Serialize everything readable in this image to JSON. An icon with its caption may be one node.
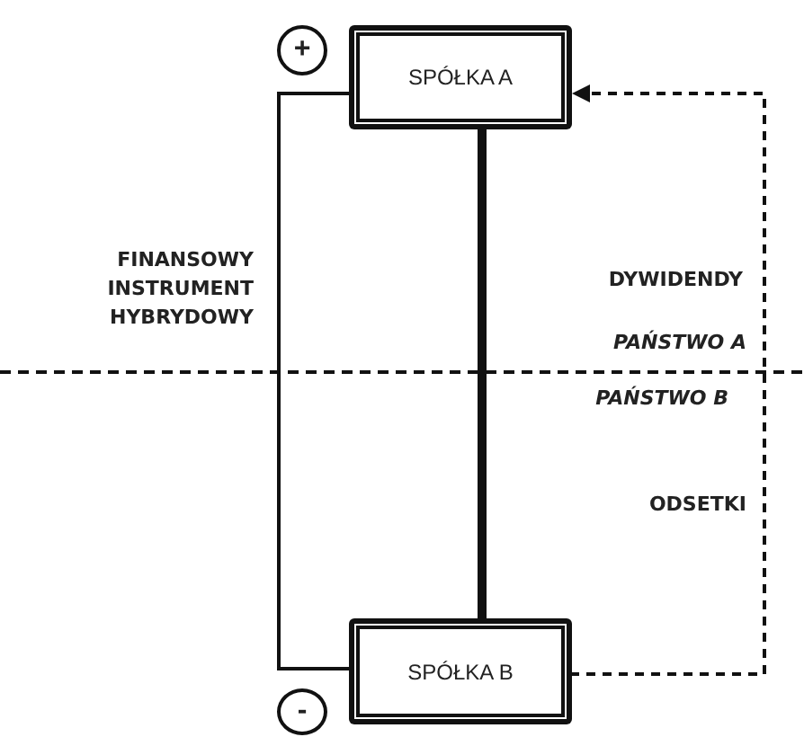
{
  "diagram": {
    "nodes": [
      {
        "text": [
          "SPÓŁKA A"
        ]
      },
      {
        "text": [
          "SPÓŁKA B"
        ]
      },
      {
        "text": [
          "+"
        ]
      },
      {
        "text": [
          "-"
        ]
      }
    ],
    "edges": [
      {
        "from": 0,
        "to": 1,
        "arrow": "none",
        "style": "thick"
      },
      {
        "from": 0,
        "to": 1,
        "arrow": "none"
      },
      {
        "from": 1,
        "to": 0,
        "arrow": "to",
        "style": "dashed"
      }
    ],
    "labels": [
      "FINANSOWY INSTRUMENT HYBRYDOWY",
      "DYWIDENDY",
      "PAŃSTWO A",
      "PAŃSTWO B",
      "ODSETKI"
    ]
  }
}
